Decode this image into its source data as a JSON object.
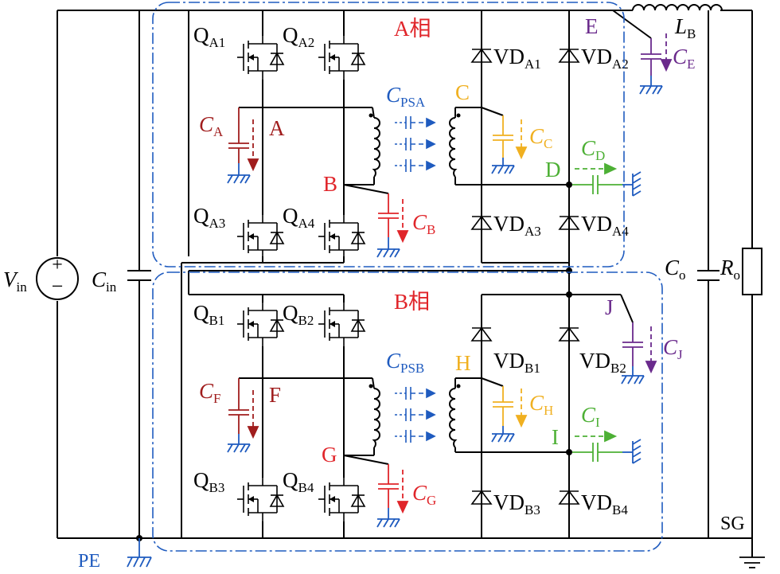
{
  "phases": {
    "a_title": "A相",
    "b_title": "B相"
  },
  "nodes": {
    "A": "A",
    "B": "B",
    "C": "C",
    "D": "D",
    "E": "E",
    "F": "F",
    "G": "G",
    "H": "H",
    "I": "I",
    "J": "J",
    "PE": "PE",
    "SG": "SG"
  },
  "switches": [
    {
      "base": "Q",
      "sub": "A1"
    },
    {
      "base": "Q",
      "sub": "A2"
    },
    {
      "base": "Q",
      "sub": "A3"
    },
    {
      "base": "Q",
      "sub": "A4"
    },
    {
      "base": "Q",
      "sub": "B1"
    },
    {
      "base": "Q",
      "sub": "B2"
    },
    {
      "base": "Q",
      "sub": "B3"
    },
    {
      "base": "Q",
      "sub": "B4"
    }
  ],
  "diodes": [
    {
      "base": "VD",
      "sub": "A1"
    },
    {
      "base": "VD",
      "sub": "A2"
    },
    {
      "base": "VD",
      "sub": "A3"
    },
    {
      "base": "VD",
      "sub": "A4"
    },
    {
      "base": "VD",
      "sub": "B1"
    },
    {
      "base": "VD",
      "sub": "B2"
    },
    {
      "base": "VD",
      "sub": "B3"
    },
    {
      "base": "VD",
      "sub": "B4"
    }
  ],
  "caps": {
    "A": {
      "base": "C",
      "sub": "A"
    },
    "B": {
      "base": "C",
      "sub": "B"
    },
    "C": {
      "base": "C",
      "sub": "C"
    },
    "D": {
      "base": "C",
      "sub": "D"
    },
    "E": {
      "base": "C",
      "sub": "E"
    },
    "F": {
      "base": "C",
      "sub": "F"
    },
    "G": {
      "base": "C",
      "sub": "G"
    },
    "H": {
      "base": "C",
      "sub": "H"
    },
    "I": {
      "base": "C",
      "sub": "I"
    },
    "J": {
      "base": "C",
      "sub": "J"
    },
    "PSA": {
      "base": "C",
      "sub": "PSA"
    },
    "PSB": {
      "base": "C",
      "sub": "PSB"
    }
  },
  "components": {
    "vin": {
      "base": "V",
      "sub": "in"
    },
    "cin": {
      "base": "C",
      "sub": "in"
    },
    "co": {
      "base": "C",
      "sub": "o"
    },
    "ro": {
      "base": "R",
      "sub": "o"
    },
    "lb": {
      "base": "L",
      "sub": "B"
    },
    "plus": "+",
    "minus": "−"
  },
  "colors": {
    "black": "#000000",
    "blue": "#1f5bbf",
    "dark_red": "#a01d1d",
    "red": "#e0252a",
    "orange": "#f0b020",
    "green": "#4db035",
    "purple": "#6a2a8c"
  }
}
